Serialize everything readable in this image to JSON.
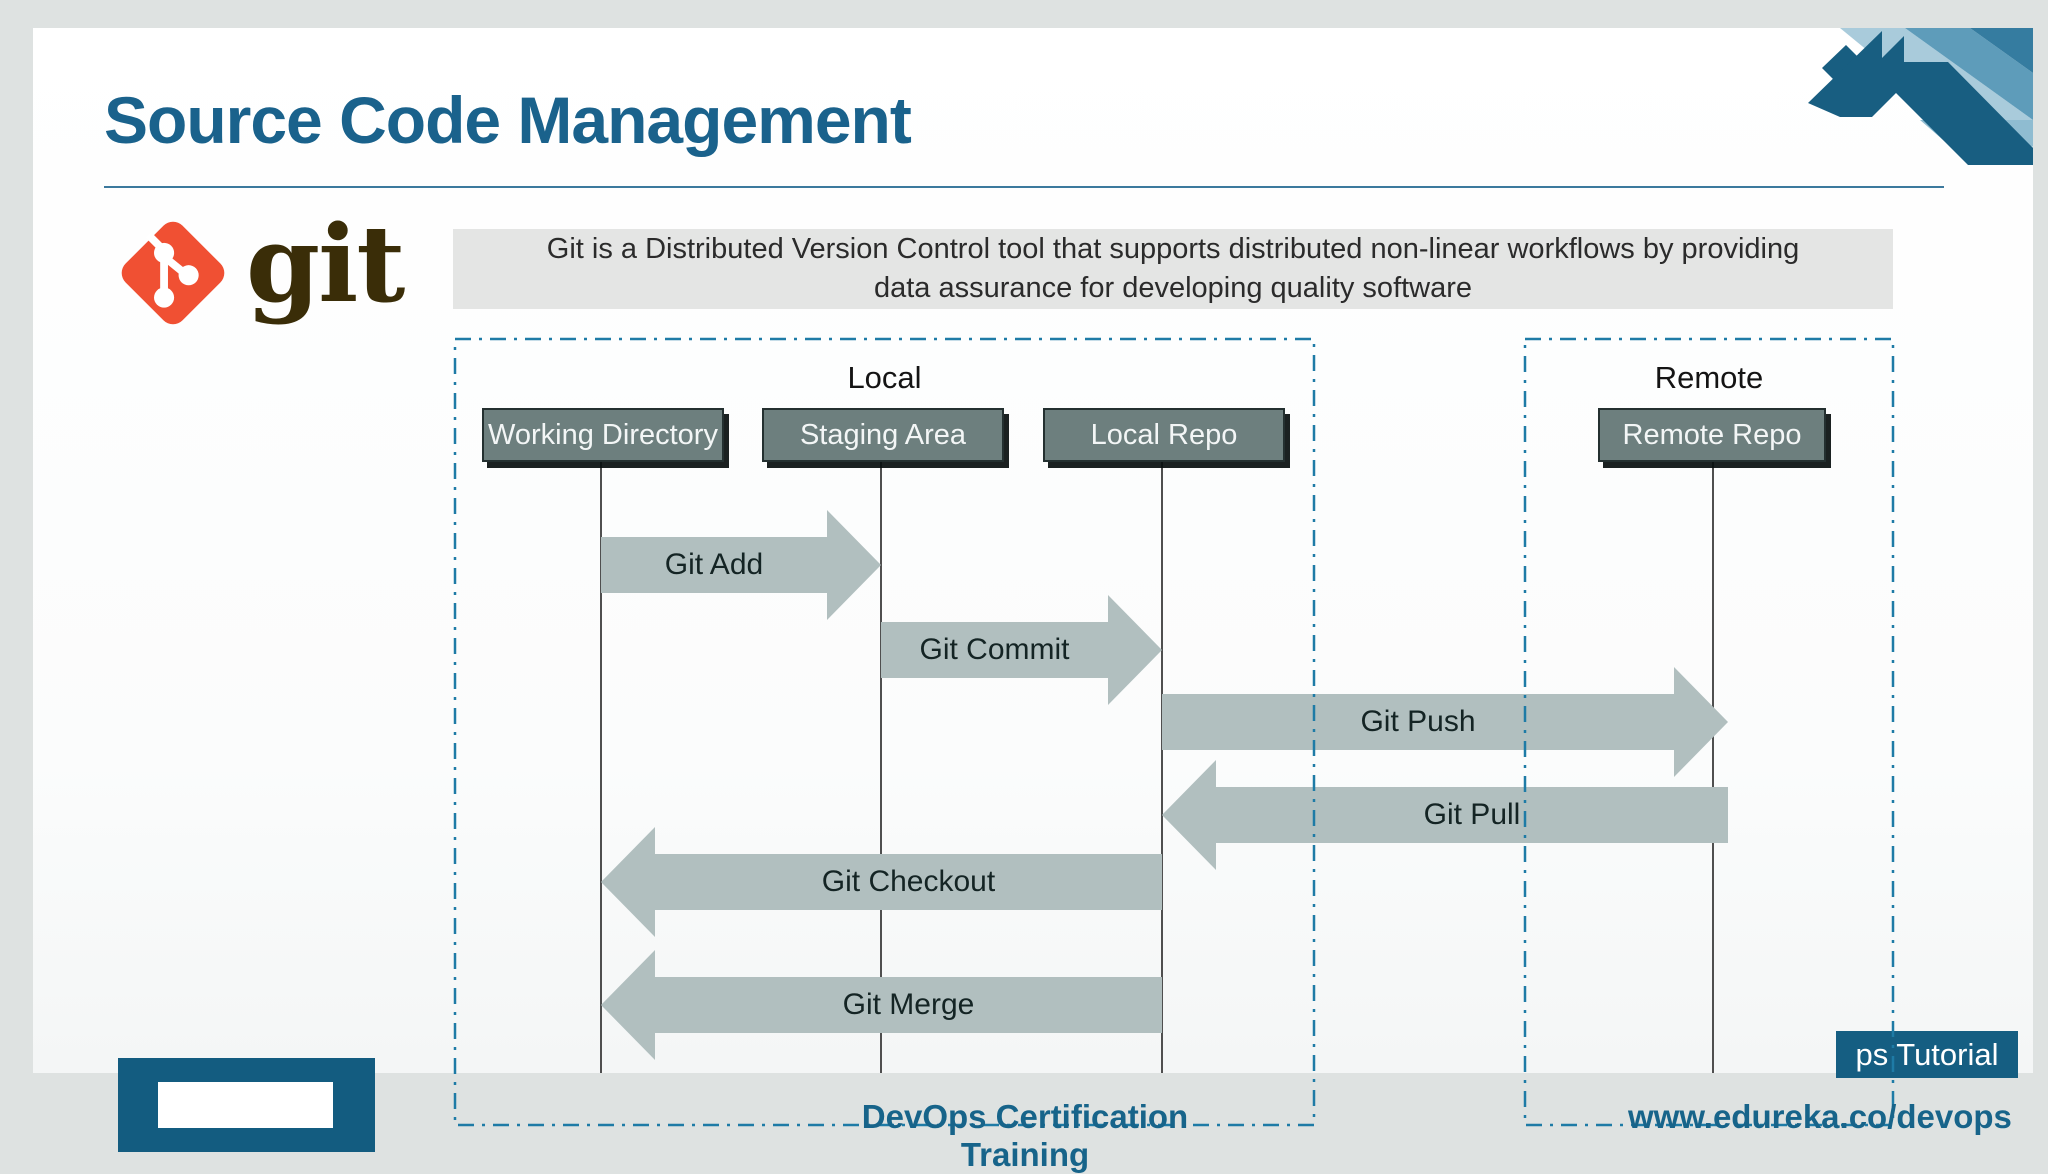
{
  "slide": {
    "title": "Source Code Management",
    "git_wordmark": "git",
    "description_line1": "Git is a Distributed Version Control tool that supports distributed non-linear workflows by providing",
    "description_line2": "data assurance for developing quality software"
  },
  "diagram": {
    "groups": [
      {
        "label": "Local"
      },
      {
        "label": "Remote"
      }
    ],
    "nodes": [
      {
        "label": "Working Directory"
      },
      {
        "label": "Staging Area"
      },
      {
        "label": "Local Repo"
      },
      {
        "label": "Remote Repo"
      }
    ],
    "arrows": [
      {
        "label": "Git Add",
        "from": "Working Directory",
        "to": "Staging Area",
        "direction": "right"
      },
      {
        "label": "Git Commit",
        "from": "Staging Area",
        "to": "Local Repo",
        "direction": "right"
      },
      {
        "label": "Git Push",
        "from": "Local Repo",
        "to": "Remote Repo",
        "direction": "right"
      },
      {
        "label": "Git Pull",
        "from": "Remote Repo",
        "to": "Local Repo",
        "direction": "left"
      },
      {
        "label": "Git Checkout",
        "from": "Local Repo",
        "to": "Working Directory",
        "direction": "left"
      },
      {
        "label": "Git Merge",
        "from": "Local Repo",
        "to": "Working Directory",
        "direction": "left"
      }
    ]
  },
  "footer": {
    "center_text": "DevOps Certification Training",
    "right_text": "www.edureka.co/devops",
    "tutorial_badge": "ps Tutorial"
  },
  "colors": {
    "accent_blue": "#1a628c",
    "git_orange": "#f05033",
    "git_text": "#3a2d08",
    "node_fill": "#6d7f7e",
    "arrow_fill": "#b1bfbf",
    "dashed_border": "#1e7ba6",
    "badge_bg": "#155e82",
    "page_margin": "#dee2e1"
  }
}
